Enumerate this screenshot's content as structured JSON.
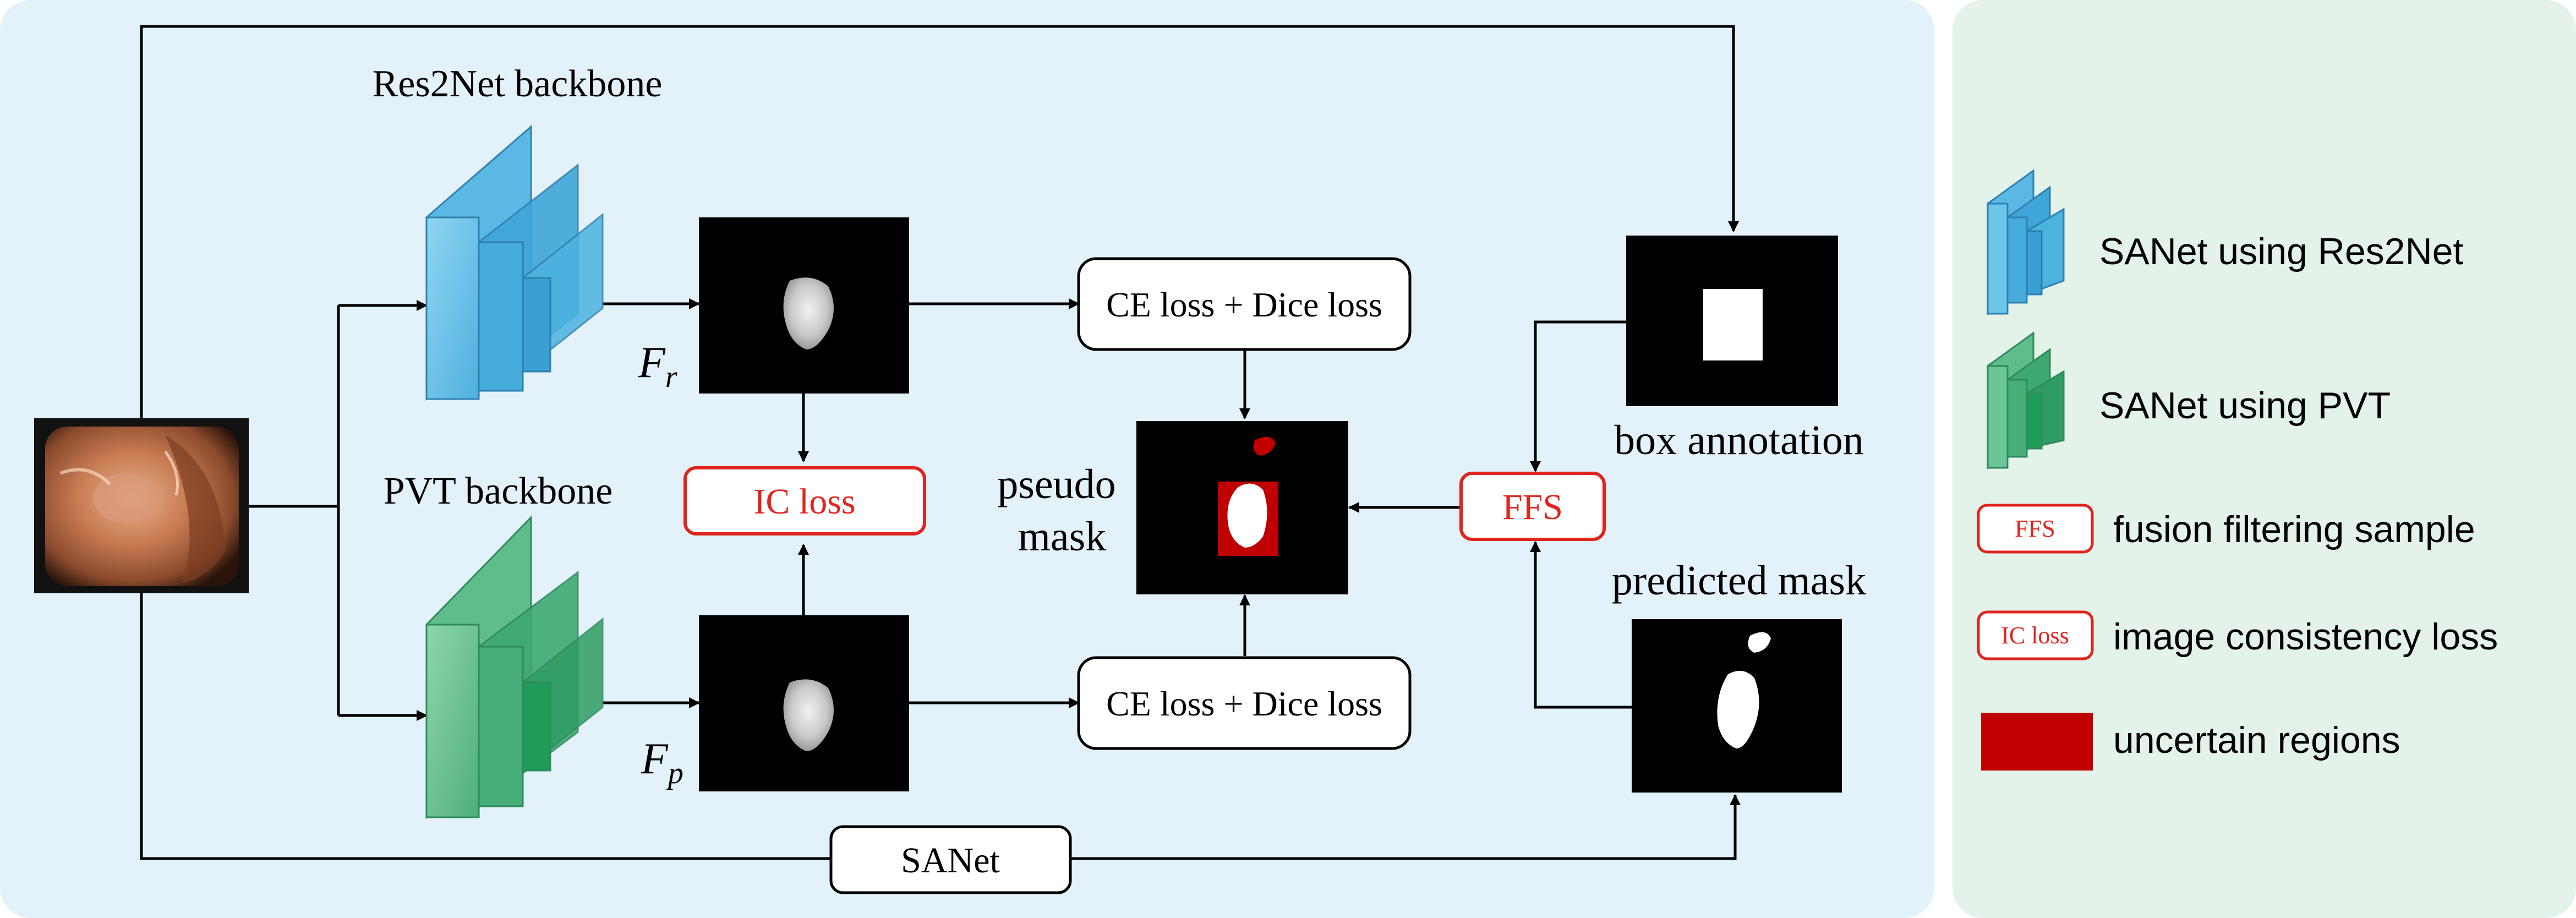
{
  "labels": {
    "res2net_backbone": "Res2Net backbone",
    "pvt_backbone": "PVT backbone",
    "feature_r_main": "F",
    "feature_r_sub": "r",
    "feature_p_main": "F",
    "feature_p_sub": "p",
    "ce_dice_top": "CE loss + Dice loss",
    "ce_dice_bottom": "CE loss + Dice loss",
    "ic_loss": "IC loss",
    "pseudo_line1": "pseudo",
    "pseudo_line2": "mask",
    "ffs": "FFS",
    "box_annotation": "box annotation",
    "predicted_mask": "predicted mask",
    "sanet": "SANet"
  },
  "legend": {
    "items": [
      {
        "text": "SANet using Res2Net"
      },
      {
        "text": "SANet using PVT"
      },
      {
        "text": "fusion filtering sample",
        "tag": "FFS"
      },
      {
        "text": "image consistency loss",
        "tag": "IC loss"
      },
      {
        "text": "uncertain regions"
      }
    ]
  },
  "colors": {
    "main_panel_bg": "#e3f2fa",
    "legend_panel_bg": "#e3f3e9",
    "res2net_blue": "#6ec5ea",
    "pvt_green": "#6cc596",
    "red_accent": "#e0241e",
    "uncertain_red": "#c00000"
  }
}
